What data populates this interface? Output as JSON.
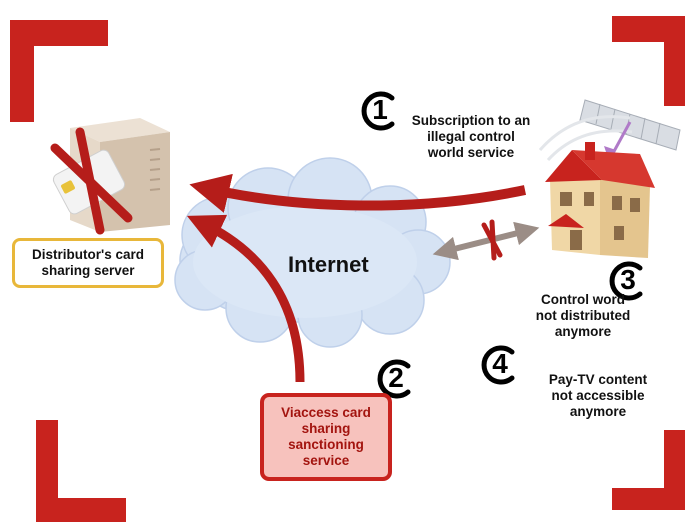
{
  "diagram": {
    "step1": {
      "number": "1",
      "line1": "Subscription to an",
      "line2": "illegal control",
      "line3": "world service"
    },
    "step2": {
      "number": "2"
    },
    "step3": {
      "number": "3",
      "line1": "Control word",
      "line2": "not distributed",
      "line3": "anymore"
    },
    "step4": {
      "number": "4",
      "line1": "Pay-TV content",
      "line2": "not accessible",
      "line3": "anymore"
    },
    "internet_label": "Internet",
    "distributor_box": {
      "line1": "Distributor's card",
      "line2": "sharing server"
    },
    "viaccess_box": {
      "line1": "Viaccess card",
      "line2": "sharing",
      "line3": "sanctioning",
      "line4": "service"
    }
  },
  "colors": {
    "brand_red": "#c8231e",
    "arrow_red": "#b51d1a",
    "box_yellow_border": "#e8b73a",
    "box_red_fill": "#f7c2bd",
    "cloud": "#d6e3f4"
  },
  "icons": [
    "card-sharing-server-icon",
    "smart-card-icon",
    "satellite-icon",
    "house-icon",
    "internet-cloud-icon"
  ]
}
